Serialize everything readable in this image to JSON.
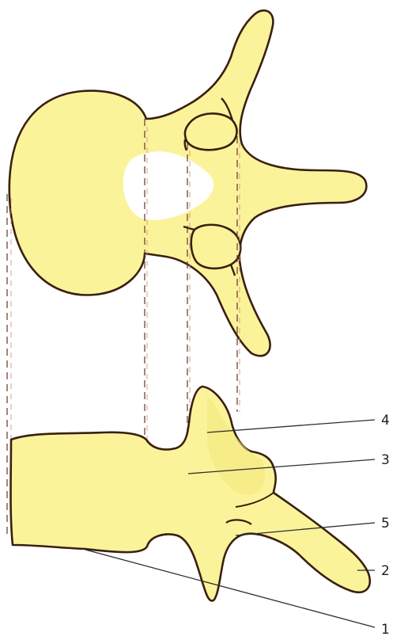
{
  "colors": {
    "bone_fill": "#fbf39a",
    "outline": "#3a1f10",
    "background": "#ffffff"
  },
  "views": [
    "superior-view",
    "lateral-view"
  ],
  "labels": [
    {
      "id": "4",
      "text": "4"
    },
    {
      "id": "3",
      "text": "3"
    },
    {
      "id": "5",
      "text": "5"
    },
    {
      "id": "2",
      "text": "2"
    },
    {
      "id": "1",
      "text": "1"
    }
  ]
}
